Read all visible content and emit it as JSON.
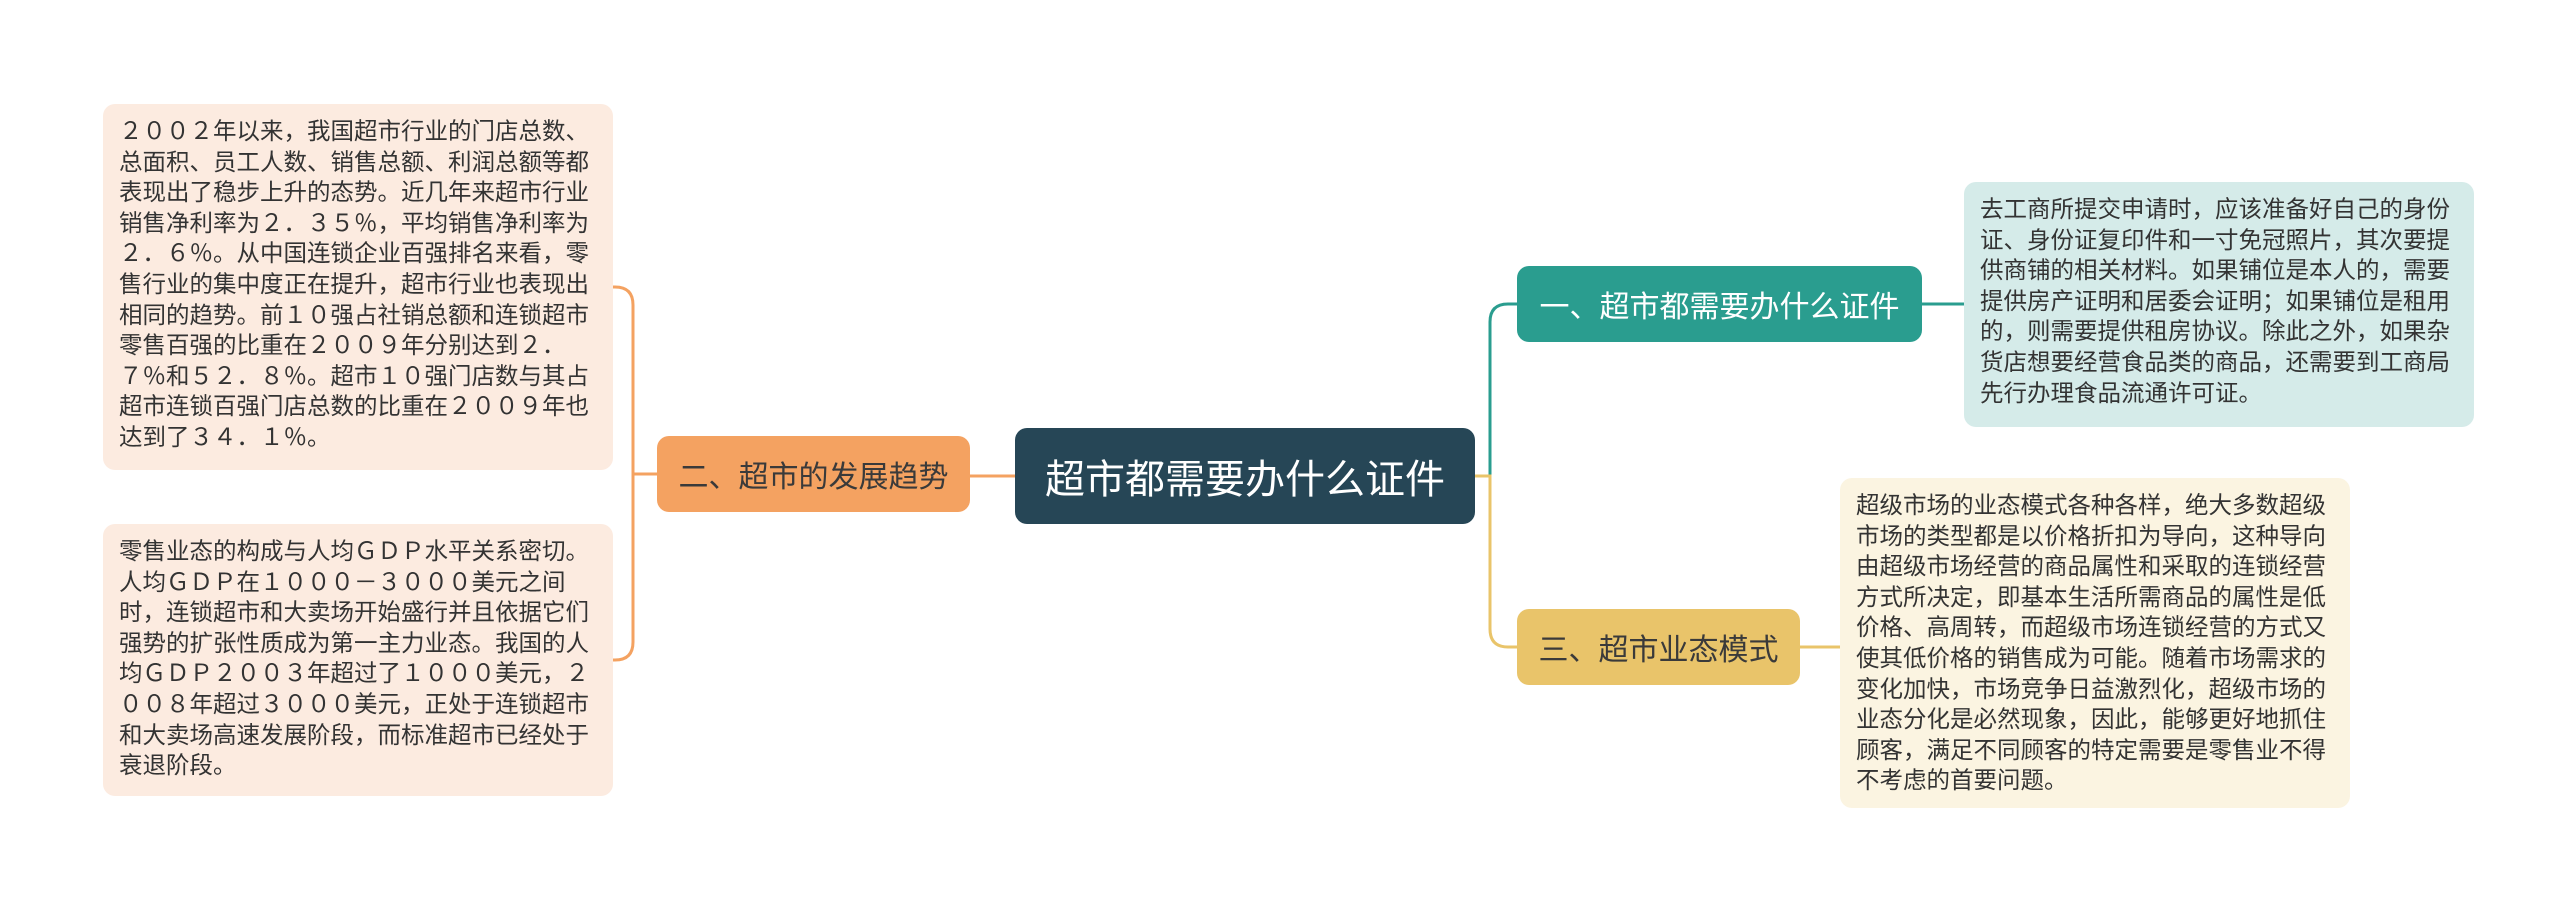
{
  "root": {
    "title": "超市都需要办什么证件"
  },
  "branches": [
    {
      "id": "b1",
      "label": "一、超市都需要办什么证件",
      "color": "#2a9d8f",
      "leaves": [
        "去工商所提交申请时，应该准备好自己的身份证、身份证复印件和一寸免冠照片，其次要提供商铺的相关材料。如果铺位是本人的，需要提供房产证明和居委会证明；如果铺位是租用的，则需要提供租房协议。除此之外，如果杂货店想要经营食品类的商品，还需要到工商局先行办理食品流通许可证。"
      ]
    },
    {
      "id": "b2",
      "label": "二、超市的发展趋势",
      "color": "#f4a261",
      "leaves": [
        "２００２年以来，我国超市行业的门店总数、总面积、员工人数、销售总额、利润总额等都表现出了稳步上升的态势。近几年来超市行业销售净利率为２．３５％，平均销售净利率为２．６％。从中国连锁企业百强排名来看，零售行业的集中度正在提升，超市行业也表现出相同的趋势。前１０强占社销总额和连锁超市零售百强的比重在２００９年分别达到２．７％和５２．８％。超市１０强门店数与其占超市连锁百强门店总数的比重在２００９年也达到了３４．１％。",
        "零售业态的构成与人均ＧＤＰ水平关系密切。人均ＧＤＰ在１０００－３０００美元之间时，连锁超市和大卖场开始盛行并且依据它们强势的扩张性质成为第一主力业态。我国的人均ＧＤＰ２００３年超过了１０００美元，２００８年超过３０００美元，正处于连锁超市和大卖场高速发展阶段，而标准超市已经处于衰退阶段。"
      ]
    },
    {
      "id": "b3",
      "label": "三、超市业态模式",
      "color": "#e9c46a",
      "leaves": [
        "超级市场的业态模式各种各样，绝大多数超级市场的类型都是以价格折扣为导向，这种导向由超级市场经营的商品属性和采取的连锁经营方式所决定，即基本生活所需商品的属性是低价格、高周转，而超级市场连锁经营的方式又使其低价格的销售成为可能。随着市场需求的变化加快，市场竞争日益激烈化，超级市场的业态分化是必然现象，因此，能够更好地抓住顾客，满足不同顾客的特定需要是零售业不得不考虑的首要问题。"
      ]
    }
  ]
}
